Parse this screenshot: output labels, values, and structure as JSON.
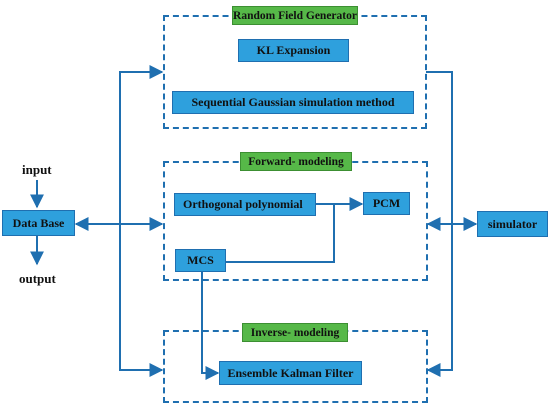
{
  "groups": {
    "random_field": {
      "title": "Random Field Generator",
      "items": [
        "KL Expansion",
        "Sequential Gaussian simulation method"
      ]
    },
    "forward": {
      "title": "Forward- modeling",
      "items": [
        "Orthogonal polynomial",
        "PCM",
        "MCS"
      ]
    },
    "inverse": {
      "title": "Inverse- modeling",
      "items": [
        "Ensemble Kalman Filter"
      ]
    }
  },
  "nodes": {
    "data_base": "Data Base",
    "simulator": "simulator",
    "input": "input",
    "output": "output"
  },
  "colors": {
    "box_fill": "#2ea0dd",
    "title_fill": "#56b848",
    "line": "#1f6fb0"
  }
}
